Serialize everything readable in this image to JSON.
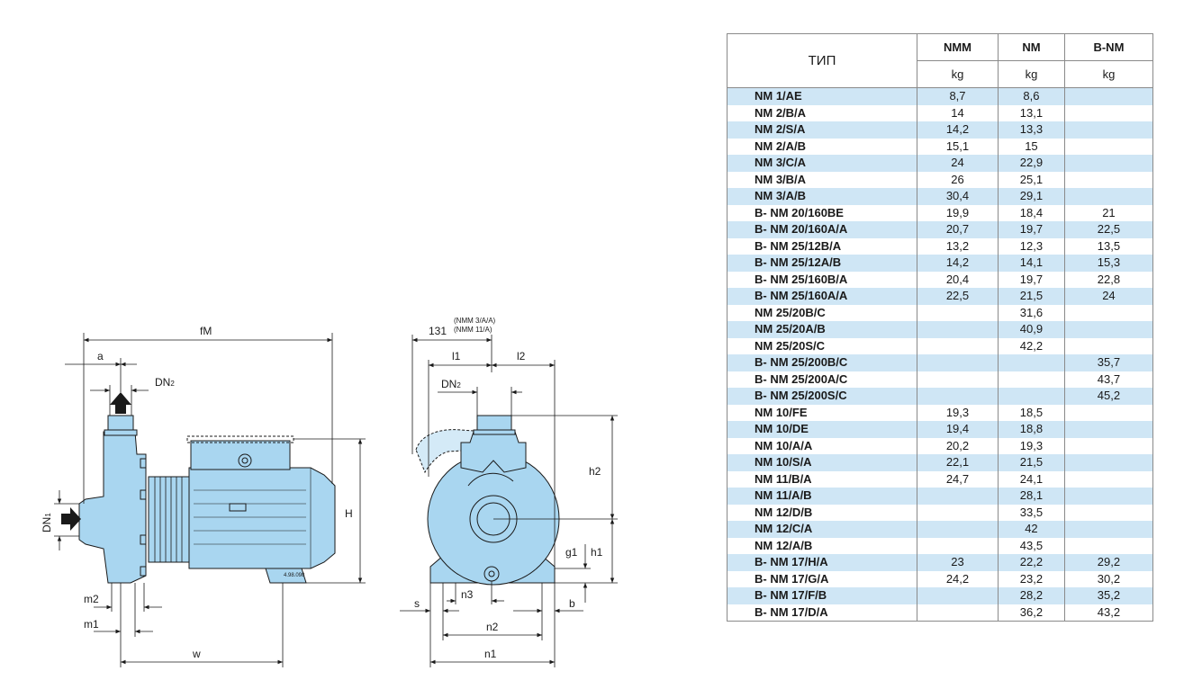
{
  "drawing": {
    "labels": {
      "fM": "fM",
      "a": "a",
      "dn2": "DN",
      "dn2_sub": "2",
      "dn1": "DN",
      "dn1_sub": "1",
      "H": "H",
      "m2": "m2",
      "m1": "m1",
      "w": "w",
      "ref": "4.98.098",
      "dim131": "131",
      "dim131_note1": "(NMM 3/A/A)",
      "dim131_note2": "(NMM 11/A)",
      "l1": "l1",
      "l2": "l2",
      "dn2b": "DN",
      "dn2b_sub": "2",
      "h2": "h2",
      "g1": "g1",
      "h1": "h1",
      "s": "s",
      "n3": "n3",
      "b": "b",
      "n2": "n2",
      "n1": "n1"
    },
    "colors": {
      "pump": "#a9d6f0",
      "line": "#1a1a1a"
    }
  },
  "table": {
    "header": {
      "type": "ТИП",
      "cols": [
        {
          "name": "NMM",
          "unit": "kg"
        },
        {
          "name": "NM",
          "unit": "kg"
        },
        {
          "name": "B-NM",
          "unit": "kg"
        }
      ]
    },
    "rows": [
      [
        "NM 1/AE",
        "8,7",
        "8,6",
        ""
      ],
      [
        "NM 2/B/A",
        "14",
        "13,1",
        ""
      ],
      [
        "NM 2/S/A",
        "14,2",
        "13,3",
        ""
      ],
      [
        "NM 2/A/B",
        "15,1",
        "15",
        ""
      ],
      [
        "NM 3/C/A",
        "24",
        "22,9",
        ""
      ],
      [
        "NM 3/B/A",
        "26",
        "25,1",
        ""
      ],
      [
        "NM 3/A/B",
        "30,4",
        "29,1",
        ""
      ],
      [
        "B- NM 20/160BE",
        "19,9",
        "18,4",
        "21"
      ],
      [
        "B- NM 20/160A/A",
        "20,7",
        "19,7",
        "22,5"
      ],
      [
        "B- NM 25/12B/A",
        "13,2",
        "12,3",
        "13,5"
      ],
      [
        "B- NM 25/12A/B",
        "14,2",
        "14,1",
        "15,3"
      ],
      [
        "B- NM 25/160B/A",
        "20,4",
        "19,7",
        "22,8"
      ],
      [
        "B- NM 25/160A/A",
        "22,5",
        "21,5",
        "24"
      ],
      [
        "NM 25/20B/C",
        "",
        "31,6",
        ""
      ],
      [
        "NM 25/20A/B",
        "",
        "40,9",
        ""
      ],
      [
        "NM 25/20S/C",
        "",
        "42,2",
        ""
      ],
      [
        "B- NM 25/200B/C",
        "",
        "",
        "35,7"
      ],
      [
        "B- NM 25/200A/C",
        "",
        "",
        "43,7"
      ],
      [
        "B- NM 25/200S/C",
        "",
        "",
        "45,2"
      ],
      [
        "NM 10/FE",
        "19,3",
        "18,5",
        ""
      ],
      [
        "NM 10/DE",
        "19,4",
        "18,8",
        ""
      ],
      [
        "NM 10/A/A",
        "20,2",
        "19,3",
        ""
      ],
      [
        "NM 10/S/A",
        "22,1",
        "21,5",
        ""
      ],
      [
        "NM 11/B/A",
        "24,7",
        "24,1",
        ""
      ],
      [
        "NM 11/A/B",
        "",
        "28,1",
        ""
      ],
      [
        "NM 12/D/B",
        "",
        "33,5",
        ""
      ],
      [
        "NM 12/C/A",
        "",
        "42",
        ""
      ],
      [
        "NM 12/A/B",
        "",
        "43,5",
        ""
      ],
      [
        "B- NM 17/H/A",
        "23",
        "22,2",
        "29,2"
      ],
      [
        "B- NM 17/G/A",
        "24,2",
        "23,2",
        "30,2"
      ],
      [
        "B- NM 17/F/B",
        "",
        "28,2",
        "35,2"
      ],
      [
        "B- NM 17/D/A",
        "",
        "36,2",
        "43,2"
      ]
    ]
  }
}
